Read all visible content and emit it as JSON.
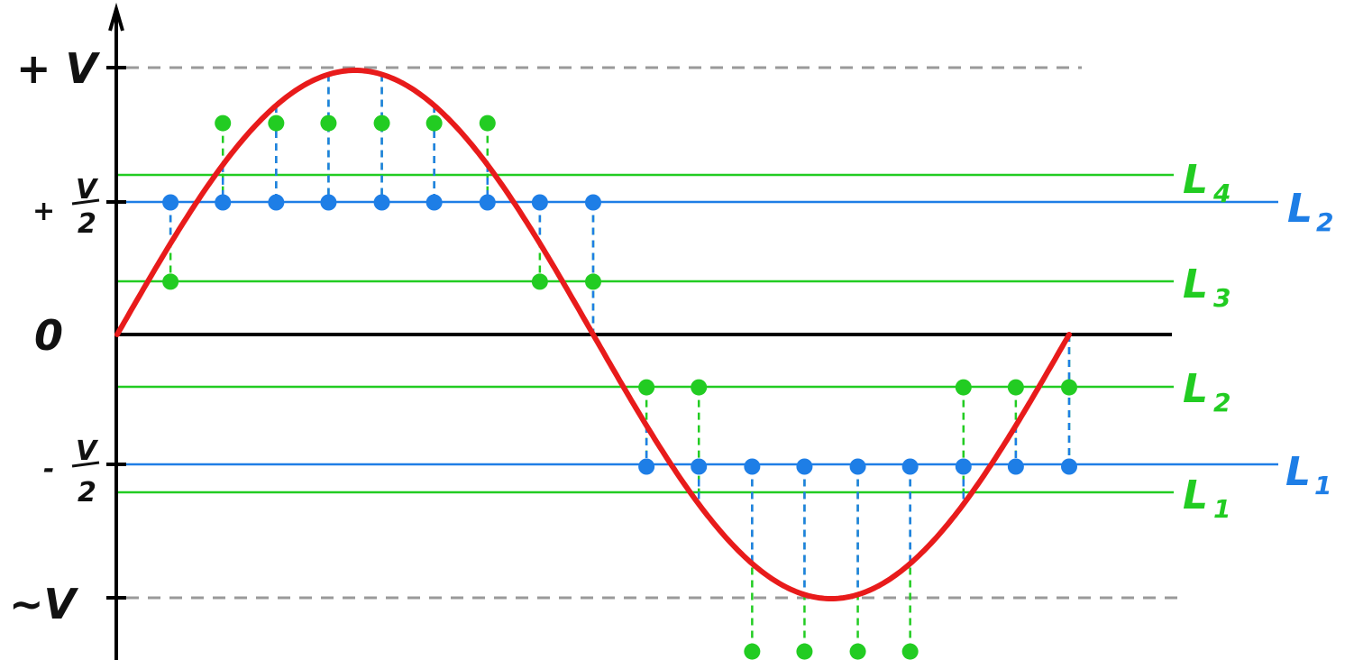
{
  "diagram": {
    "y_labels": {
      "plus_v": "+ V",
      "plus_half_sign": "+",
      "half_num": "V",
      "half_den": "2",
      "zero": "0",
      "minus_half_sign": "-",
      "minus_v": "~V"
    },
    "level_labels": [
      {
        "id": "green-l4",
        "letter": "L",
        "sub": "4",
        "color": "#22cc22"
      },
      {
        "id": "green-l3",
        "letter": "L",
        "sub": "3",
        "color": "#22cc22"
      },
      {
        "id": "green-l2",
        "letter": "L",
        "sub": "2",
        "color": "#22cc22"
      },
      {
        "id": "green-l1",
        "letter": "L",
        "sub": "1",
        "color": "#22cc22"
      },
      {
        "id": "blue-l2",
        "letter": "L",
        "sub": "2",
        "color": "#1e7ee6"
      },
      {
        "id": "blue-l1",
        "letter": "L",
        "sub": "1",
        "color": "#1e7ee6"
      }
    ],
    "levels": {
      "green": [
        0.8,
        0.2,
        -0.2,
        -1.2
      ],
      "blue": [
        0.5,
        -0.5
      ]
    },
    "sample_times_norm": [
      0.056,
      0.111,
      0.167,
      0.222,
      0.278,
      0.333,
      0.389,
      0.444,
      0.5,
      0.556,
      0.611,
      0.667,
      0.722,
      0.778,
      0.833,
      0.889,
      0.944,
      1.0
    ],
    "colors": {
      "signal": "#e81b1b",
      "green": "#22cc22",
      "blue": "#1e7ee6",
      "axis": "#000000",
      "dashed": "#9a9a9a"
    }
  }
}
